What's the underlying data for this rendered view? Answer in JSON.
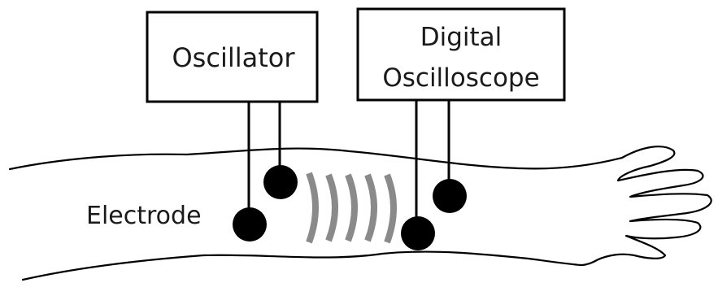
{
  "boxes": {
    "oscillator": {
      "label": "Oscillator"
    },
    "oscilloscope": {
      "label_line1": "Digital",
      "label_line2": "Oscilloscope"
    }
  },
  "labels": {
    "electrode": "Electrode"
  },
  "colors": {
    "ink": "#000000",
    "wave": "#8a8a8a"
  }
}
